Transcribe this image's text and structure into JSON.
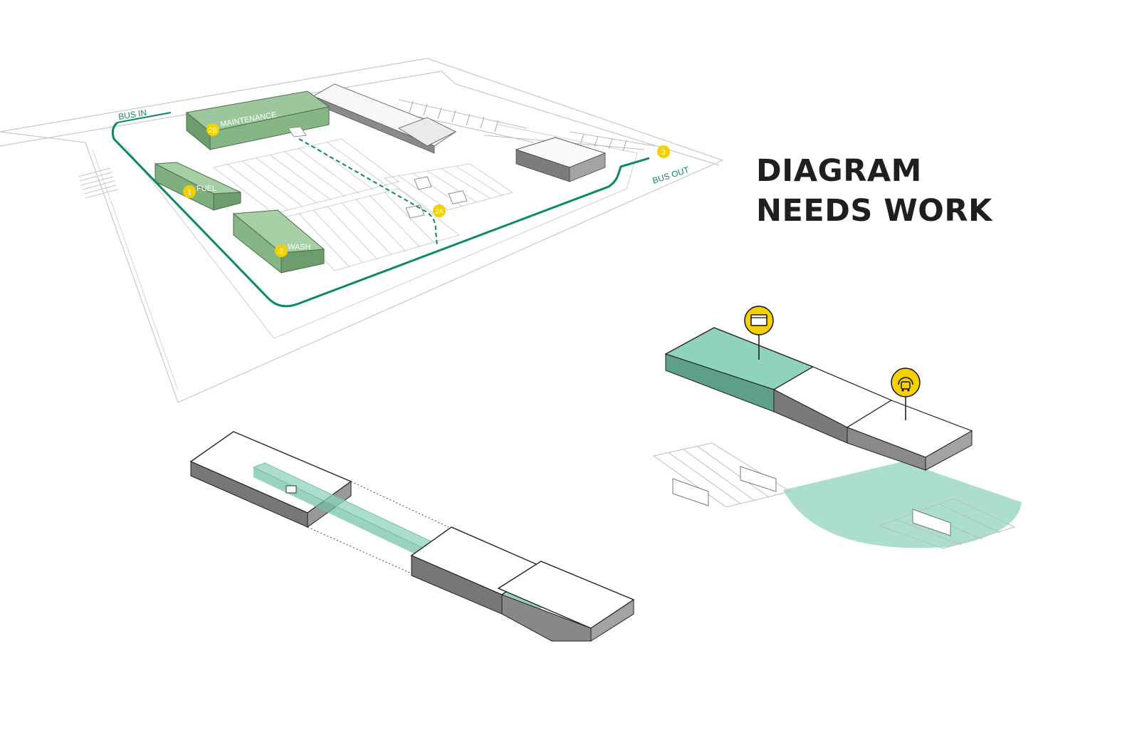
{
  "headline": {
    "line1": "DIAGRAM",
    "line2": "NEEDS WORK"
  },
  "site_plan": {
    "route_in_label": "BUS IN",
    "route_out_label": "BUS OUT",
    "buildings": [
      {
        "marker": "2B",
        "label": "MAINTENANCE"
      },
      {
        "marker": "1",
        "label": "FUEL"
      },
      {
        "marker": "2",
        "label": "WASH"
      }
    ],
    "markers": {
      "bus_parking": "2A",
      "exit": "3"
    }
  },
  "colors": {
    "route_green": "#0b8a5b",
    "building_green": "#9cc79c",
    "highlight_teal": "#8fd3bd",
    "marker_yellow": "#f5d000",
    "line_gray": "#8a8a8a",
    "wall_gray": "#6e6e6e"
  },
  "icons": {
    "office_marker": "monitor-icon",
    "dispatch_marker": "headset-bus-icon"
  }
}
